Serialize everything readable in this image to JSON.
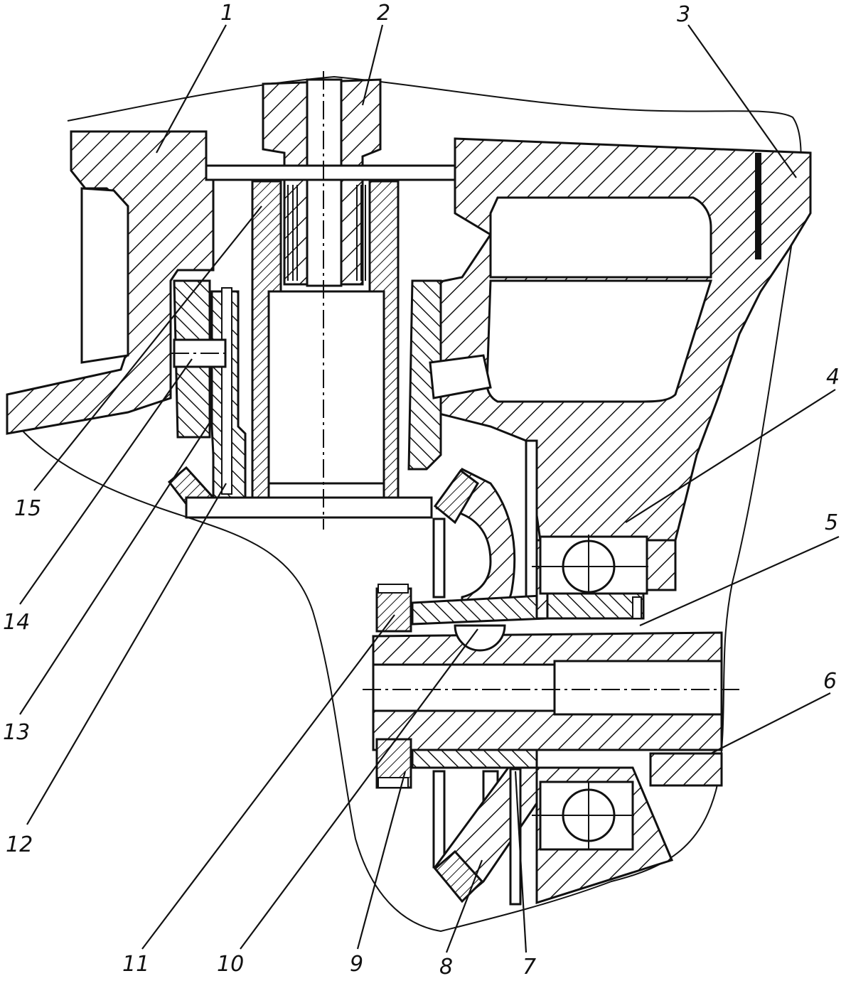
{
  "callouts": [
    {
      "id": "1",
      "label": "1"
    },
    {
      "id": "2",
      "label": "2"
    },
    {
      "id": "3",
      "label": "3"
    },
    {
      "id": "4",
      "label": "4"
    },
    {
      "id": "5",
      "label": "5"
    },
    {
      "id": "6",
      "label": "6"
    },
    {
      "id": "7",
      "label": "7"
    },
    {
      "id": "8",
      "label": "8"
    },
    {
      "id": "9",
      "label": "9"
    },
    {
      "id": "10",
      "label": "10"
    },
    {
      "id": "11",
      "label": "11"
    },
    {
      "id": "12",
      "label": "12"
    },
    {
      "id": "13",
      "label": "13"
    },
    {
      "id": "14",
      "label": "14"
    },
    {
      "id": "15",
      "label": "15"
    }
  ]
}
